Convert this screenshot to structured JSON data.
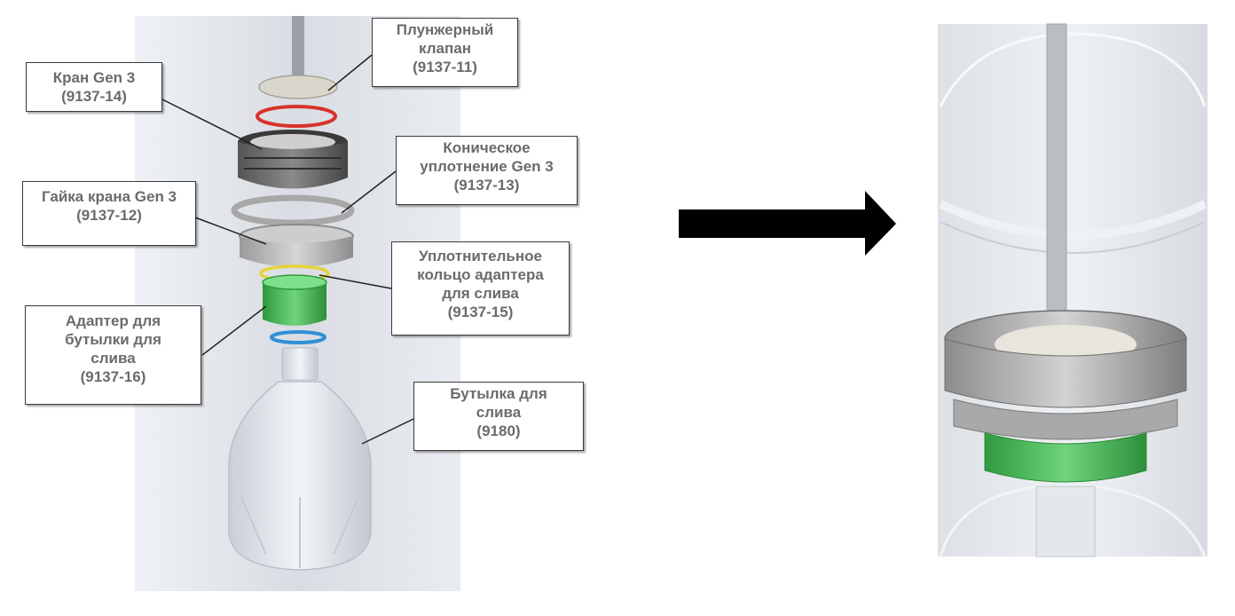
{
  "callouts": {
    "plunger_valve": {
      "name_line1": "Плунжерный",
      "name_line2": "клапан",
      "code": "(9137-11)"
    },
    "tap": {
      "name": "Кран Gen 3",
      "code": "(9137-14)"
    },
    "conical_seal": {
      "name_line1": "Коническое",
      "name_line2": "уплотнение Gen 3",
      "code": "(9137-13)"
    },
    "tap_nut": {
      "name": "Гайка крана Gen 3",
      "code": "(9137-12)"
    },
    "adapter_seal_ring": {
      "name_line1": "Уплотнительное",
      "name_line2": "кольцо адаптера",
      "name_line3": "для слива",
      "code": "(9137-15)"
    },
    "drain_bottle_adapter": {
      "name_line1": "Адаптер для",
      "name_line2": "бутылки для",
      "name_line3": "слива",
      "code": "(9137-16)"
    },
    "drain_bottle": {
      "name_line1": "Бутылка для",
      "name_line2": "слива",
      "code": "(9180)"
    }
  },
  "colors": {
    "seal_ring_red": "#d8322b",
    "seal_ring_yellow": "#e6d23a",
    "seal_ring_blue": "#2f8fd6",
    "adapter_green": "#4fbf5c",
    "arrow": "#000000"
  }
}
